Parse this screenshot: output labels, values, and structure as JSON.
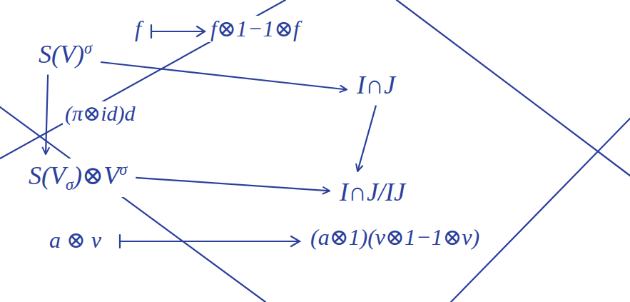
{
  "diagram": {
    "nodes": [
      {
        "text": [
          "S(V)",
          "σ"
        ]
      },
      {
        "text": [
          "I∩J"
        ]
      },
      {
        "text": [
          "S(V",
          "σ",
          ")⊗V",
          "σ"
        ]
      },
      {
        "text": [
          "I∩J/IJ"
        ]
      }
    ],
    "edges": [
      {
        "from": 0,
        "to": 1,
        "arrow": "to"
      },
      {
        "from": 0,
        "to": 2,
        "arrow": "to",
        "label": "(π⊗id)d"
      },
      {
        "from": 1,
        "to": 3,
        "arrow": "to"
      },
      {
        "from": 2,
        "to": 3,
        "arrow": "to"
      }
    ],
    "labels": [
      "f",
      "f⊗1−1⊗f",
      "a ⊗ v",
      "(a⊗1)(v⊗1−1⊗v)"
    ]
  }
}
